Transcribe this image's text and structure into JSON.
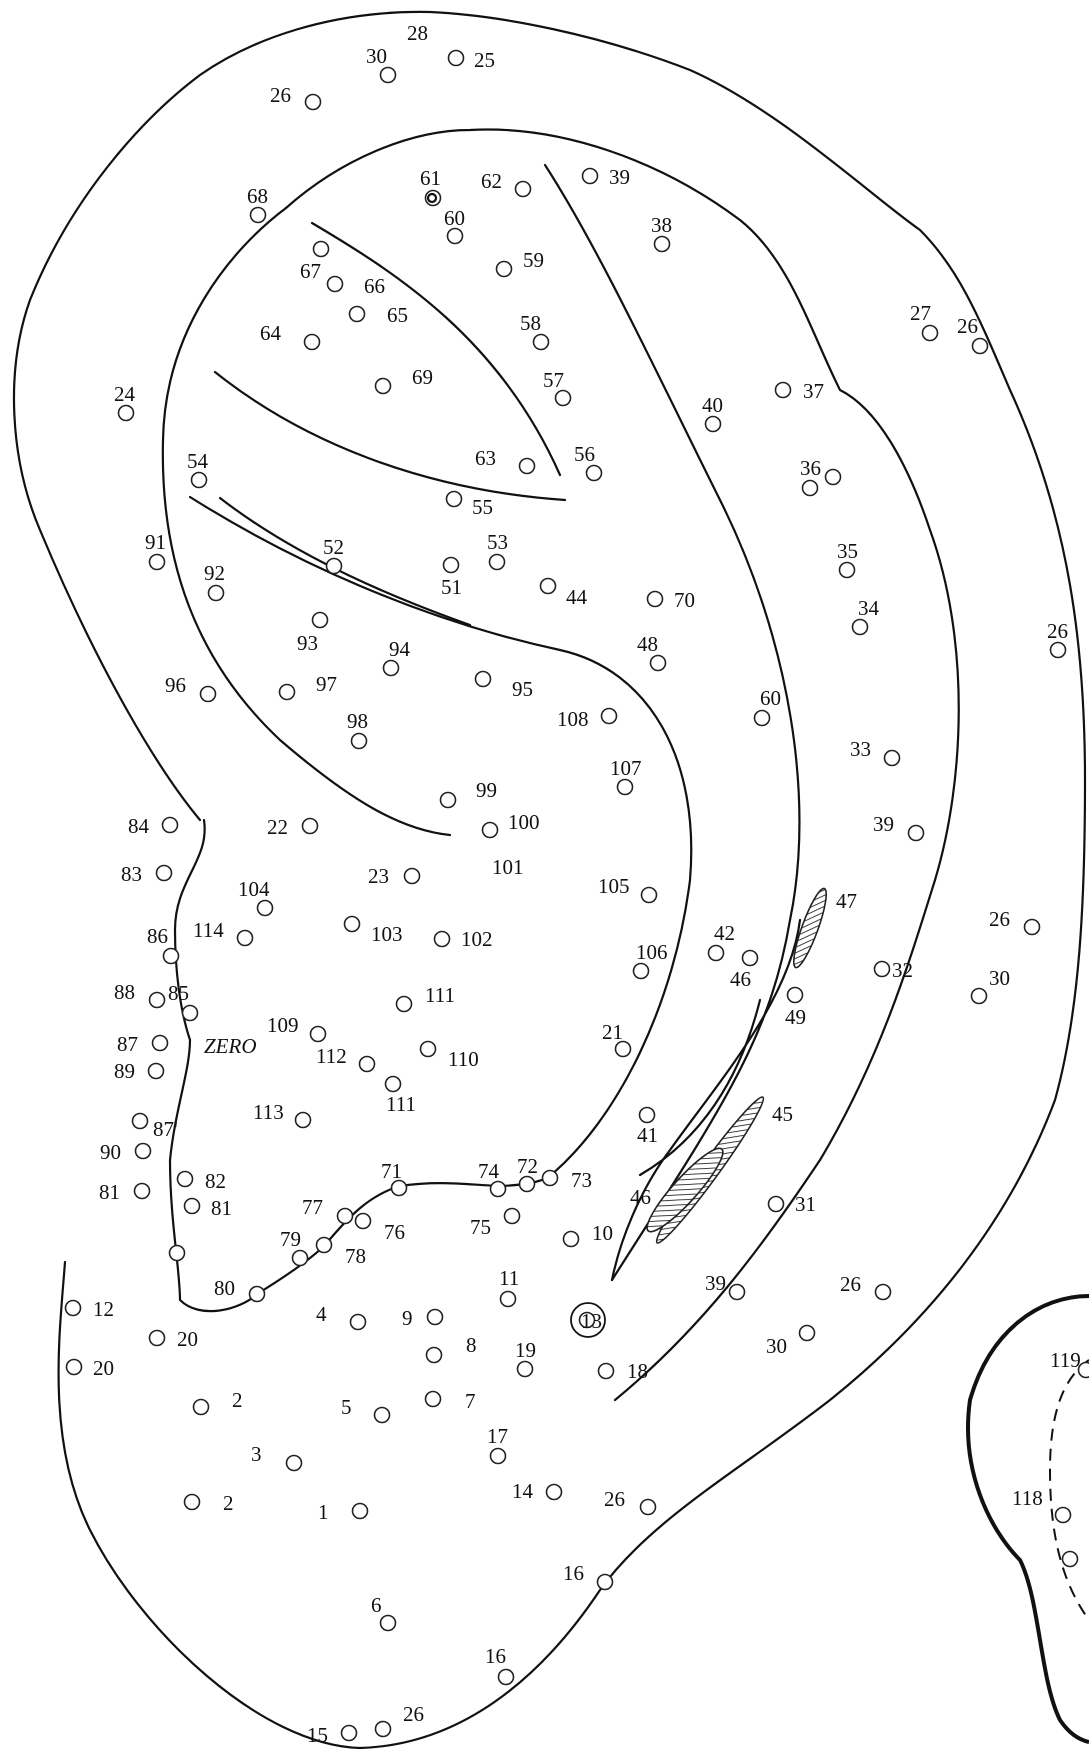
{
  "diagram": {
    "labels": {
      "l_28": "28",
      "l_30a": "30",
      "l_25": "25",
      "l_26a": "26",
      "l_61": "61",
      "l_62": "62",
      "l_39a": "39",
      "l_68": "68",
      "l_60a": "60",
      "l_38": "38",
      "l_67": "67",
      "l_66": "66",
      "l_59": "59",
      "l_65": "65",
      "l_64": "64",
      "l_58": "58",
      "l_27": "27",
      "l_26b": "26",
      "l_24": "24",
      "l_69": "69",
      "l_57": "57",
      "l_37": "37",
      "l_40": "40",
      "l_63": "63",
      "l_56": "56",
      "l_54": "54",
      "l_36": "36",
      "l_55": "55",
      "l_53": "53",
      "l_91": "91",
      "l_52": "52",
      "l_35": "35",
      "l_92": "92",
      "l_51": "51",
      "l_44": "44",
      "l_70": "70",
      "l_34": "34",
      "l_93": "93",
      "l_94": "94",
      "l_48": "48",
      "l_26c": "26",
      "l_96": "96",
      "l_97": "97",
      "l_95": "95",
      "l_60b": "60",
      "l_98": "98",
      "l_108": "108",
      "l_33": "33",
      "l_107": "107",
      "l_99": "99",
      "l_100": "100",
      "l_84": "84",
      "l_22": "22",
      "l_39b": "39",
      "l_101": "101",
      "l_83": "83",
      "l_23": "23",
      "l_105": "105",
      "l_104": "104",
      "l_47": "47",
      "l_86": "86",
      "l_114": "114",
      "l_103": "103",
      "l_102": "102",
      "l_42": "42",
      "l_26d": "26",
      "l_106": "106",
      "l_46a": "46",
      "l_32": "32",
      "l_88": "88",
      "l_85": "85",
      "l_111a": "111",
      "l_30b": "30",
      "l_49": "49",
      "l_109": "109",
      "l_87": "87",
      "l_zero": "ZERO",
      "l_21": "21",
      "l_89": "89",
      "l_112": "112",
      "l_110": "110",
      "l_111b": "111",
      "l_113": "113",
      "l_45": "45",
      "l_87p": "87'",
      "l_41": "41",
      "l_90": "90",
      "l_71": "71",
      "l_74": "74",
      "l_72": "72",
      "l_73": "73",
      "l_82": "82",
      "l_81a": "81",
      "l_81b": "81",
      "l_46b": "46",
      "l_31": "31",
      "l_77": "77",
      "l_76": "76",
      "l_75": "75",
      "l_10": "10",
      "l_79": "79",
      "l_78": "78",
      "l_11": "11",
      "l_39c": "39",
      "l_26e": "26",
      "l_80": "80",
      "l_4": "4",
      "l_9": "9",
      "l_13": "13",
      "l_12": "12",
      "l_20a": "20",
      "l_8": "8",
      "l_19": "19",
      "l_30c": "30",
      "l_20b": "20",
      "l_18": "18",
      "l_119": "119",
      "l_2a": "2",
      "l_5": "5",
      "l_7": "7",
      "l_17": "17",
      "l_3": "3",
      "l_14": "14",
      "l_26f": "26",
      "l_118": "118",
      "l_2b": "2",
      "l_1": "1",
      "l_16a": "16",
      "l_6": "6",
      "l_16b": "16",
      "l_15": "15",
      "l_26g": "26"
    }
  }
}
